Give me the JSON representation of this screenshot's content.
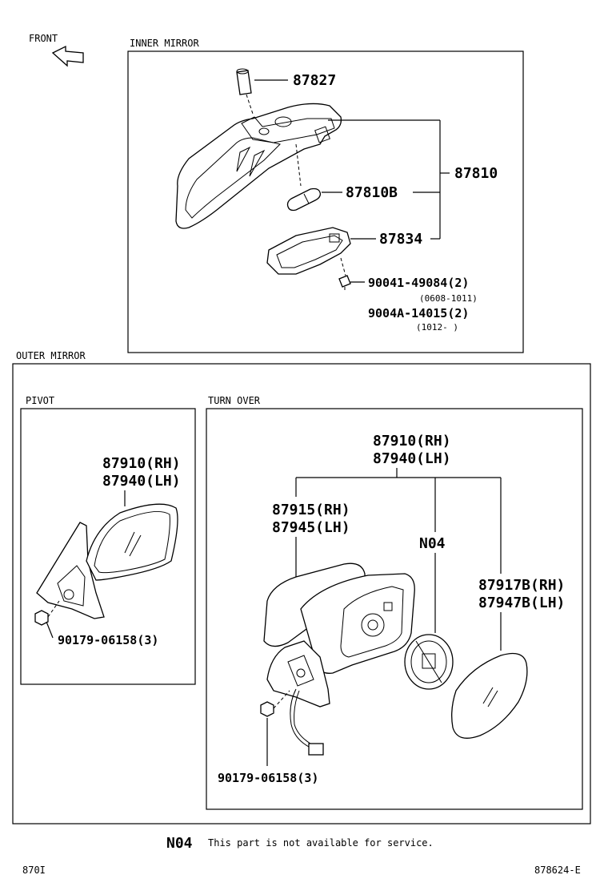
{
  "front_label": "FRONT",
  "inner": {
    "title": "INNER MIRROR",
    "p87827": "87827",
    "p87810": "87810",
    "p87810B": "87810B",
    "p87834": "87834",
    "bolt1": "90041-49084(2)",
    "bolt1_date": "(0608-1011)",
    "bolt2": "9004A-14015(2)",
    "bolt2_date": "(1012-    )"
  },
  "outer": {
    "title": "OUTER MIRROR",
    "pivot": {
      "title": "PIVOT",
      "part_rh": "87910(RH)",
      "part_lh": "87940(LH)",
      "nut": "90179-06158(3)"
    },
    "turnover": {
      "title": "TURN OVER",
      "part_rh": "87910(RH)",
      "part_lh": "87940(LH)",
      "cover_rh": "87915(RH)",
      "cover_lh": "87945(LH)",
      "n04": "N04",
      "glass_rh": "87917B(RH)",
      "glass_lh": "87947B(LH)",
      "nut": "90179-06158(3)"
    }
  },
  "note": {
    "code": "N04",
    "text": "This part is not available for service."
  },
  "footer": {
    "left": "870I",
    "right": "878624-E"
  }
}
